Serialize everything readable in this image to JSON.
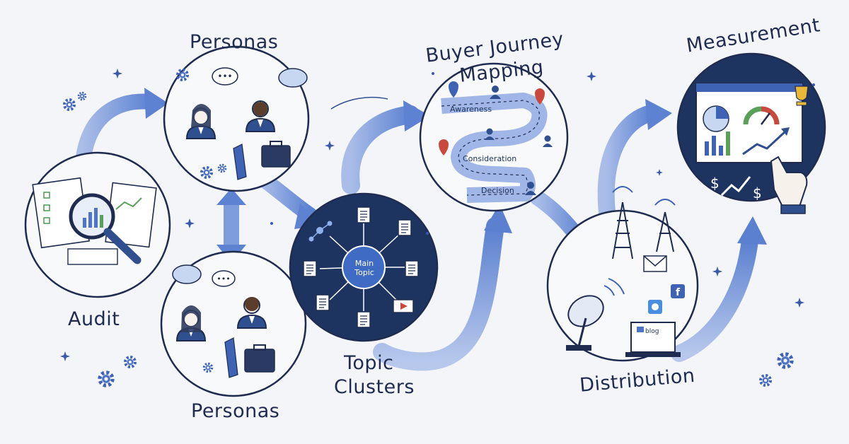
{
  "diagram": {
    "title": "",
    "stages": [
      {
        "id": "audit",
        "label": "Audit"
      },
      {
        "id": "personas_top",
        "label": "Personas"
      },
      {
        "id": "personas_bottom",
        "label": "Personas"
      },
      {
        "id": "topic_clusters",
        "label_line1": "Topic",
        "label_line2": "Clusters",
        "center_label": "Main Topic"
      },
      {
        "id": "buyer_journey",
        "label_line1": "Buyer Journey",
        "label_line2": "Mapping",
        "steps": [
          "Awareness",
          "Consideration",
          "Decision"
        ]
      },
      {
        "id": "distribution",
        "label": "Distribution",
        "channel_label": "blog"
      },
      {
        "id": "measurement",
        "label": "Measurement"
      }
    ],
    "flow": [
      "audit",
      "personas_top",
      "personas_bottom",
      "topic_clusters",
      "buyer_journey",
      "distribution",
      "measurement"
    ],
    "icons": [
      "magnifier-icon",
      "document-icon",
      "bar-chart-icon",
      "person-icon",
      "gear-icon",
      "speech-bubble-icon",
      "thought-bubble-icon",
      "briefcase-icon",
      "tie-icon",
      "map-pin-icon",
      "video-icon",
      "satellite-dish-icon",
      "radio-tower-icon",
      "email-icon",
      "facebook-icon",
      "twitter-icon",
      "laptop-icon",
      "pie-chart-icon",
      "gauge-icon",
      "trophy-icon",
      "dollar-icon",
      "hand-pointer-icon",
      "star-icon"
    ],
    "colors": {
      "background": "#f4f5f8",
      "ink": "#1f2c4f",
      "arrow_blue": "#6e8fd6",
      "navy_fill": "#1d3461",
      "accent_yellow": "#e8b938",
      "accent_green": "#5aa05a",
      "accent_red": "#c9493f"
    }
  }
}
